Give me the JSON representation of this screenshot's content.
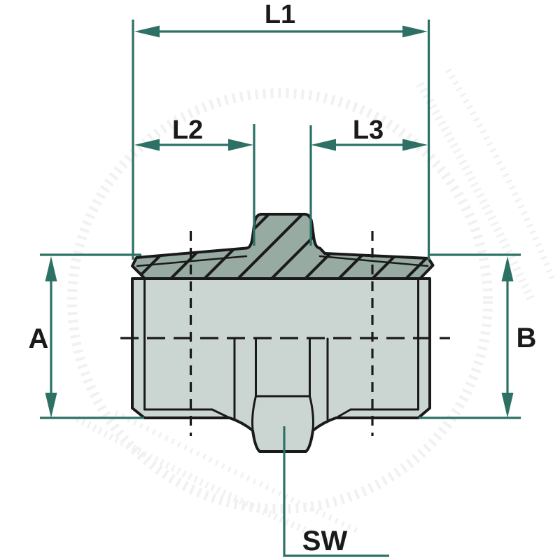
{
  "drawing": {
    "type": "technical-dimension-drawing",
    "part": "male-male adapter fitting, half-section view"
  },
  "labels": {
    "l1": "L1",
    "l2": "L2",
    "l3": "L3",
    "a": "A",
    "b": "B",
    "sw": "SW"
  },
  "colors": {
    "accent": "#2D7164",
    "ink": "#1A1A1A",
    "section_fill": "#97ABA3",
    "body_fill": "#CBD5D1",
    "watermark": "#F1F1F1",
    "background": "#FFFFFF"
  }
}
